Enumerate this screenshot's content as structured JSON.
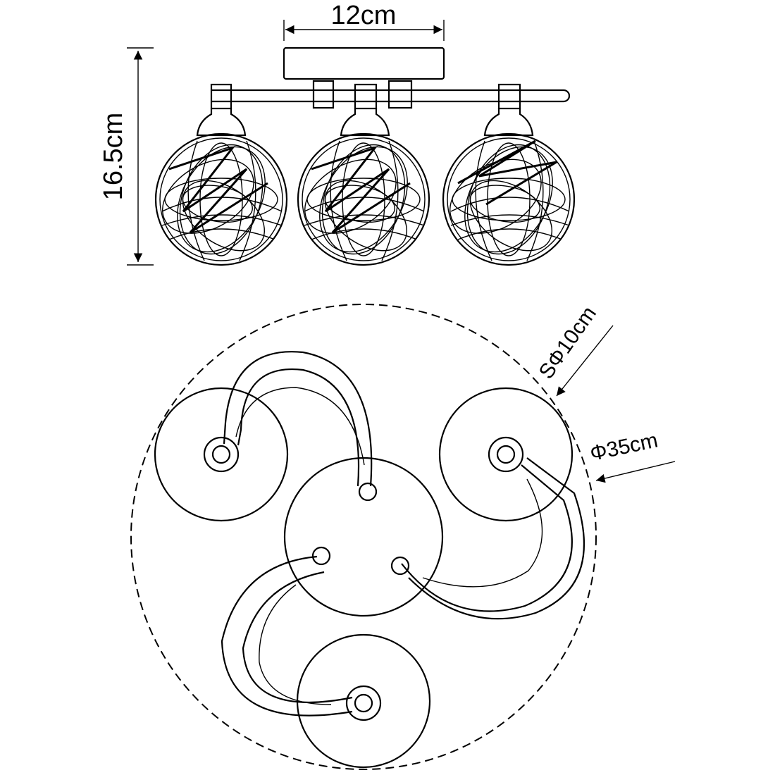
{
  "dimensions": {
    "width_label": "12cm",
    "height_label": "16.5cm",
    "globe_label": "SΦ10cm",
    "diameter_label": "Φ35cm"
  },
  "colors": {
    "line": "#000000",
    "background": "#ffffff"
  }
}
